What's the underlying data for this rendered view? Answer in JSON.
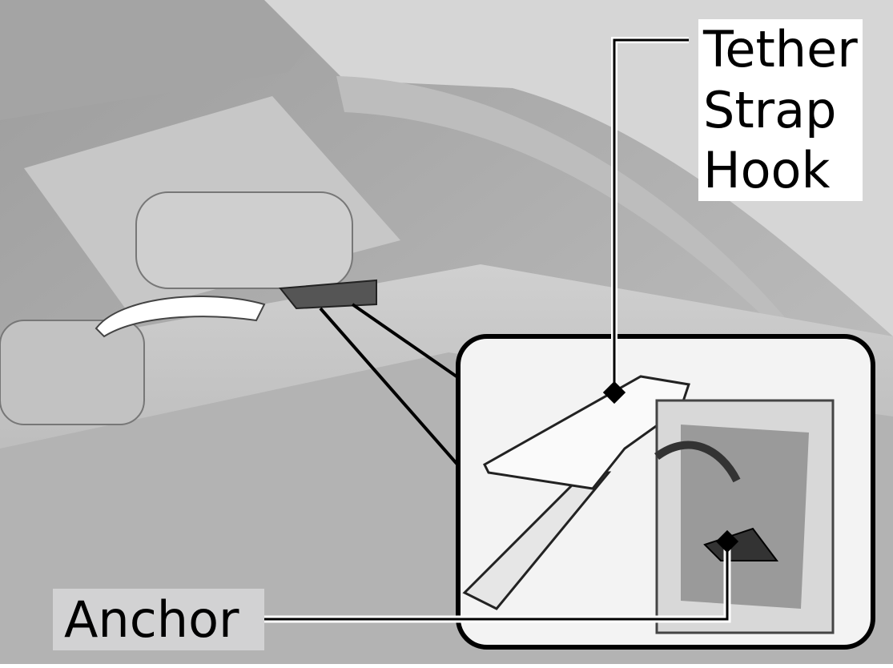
{
  "labels": {
    "tether_strap_hook": [
      "Tether",
      "Strap",
      "Hook"
    ],
    "anchor": "Anchor"
  },
  "colors": {
    "background_gray": "#b8b8b8",
    "label_box": "#d2d2d3",
    "inset_border": "#000000"
  }
}
